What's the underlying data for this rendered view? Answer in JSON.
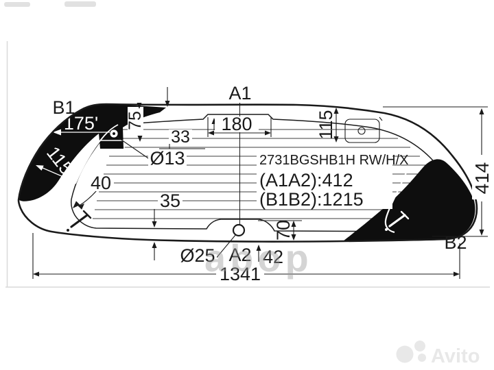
{
  "diagram": {
    "part_code": "2731BGSHB1H RW/H/X",
    "measure_a": "(A1A2):412",
    "measure_b": "(B1B2):1215",
    "labels": {
      "b1": "B1",
      "a1": "A1",
      "a2": "A2",
      "b2": "B2"
    },
    "dims": {
      "band_angle": "175'",
      "band_width": "115",
      "top_drop": "75",
      "hinge_inset": "33",
      "notch_width": "180",
      "right_drop": "115",
      "hinge_hole": "Ø13",
      "pin_offset": "40",
      "edge_gap": "35",
      "hump_height": "70",
      "center_hole": "Ø25",
      "hole_offset": "42",
      "height": "414",
      "width": "1341"
    },
    "colors": {
      "ink": "#1a1a1a",
      "band": "#0e0e0e"
    }
  },
  "watermarks": {
    "seller": "abop",
    "site": "Avito",
    "seller_color": "#9a9a9a",
    "site_color": "#e8e8e8"
  }
}
